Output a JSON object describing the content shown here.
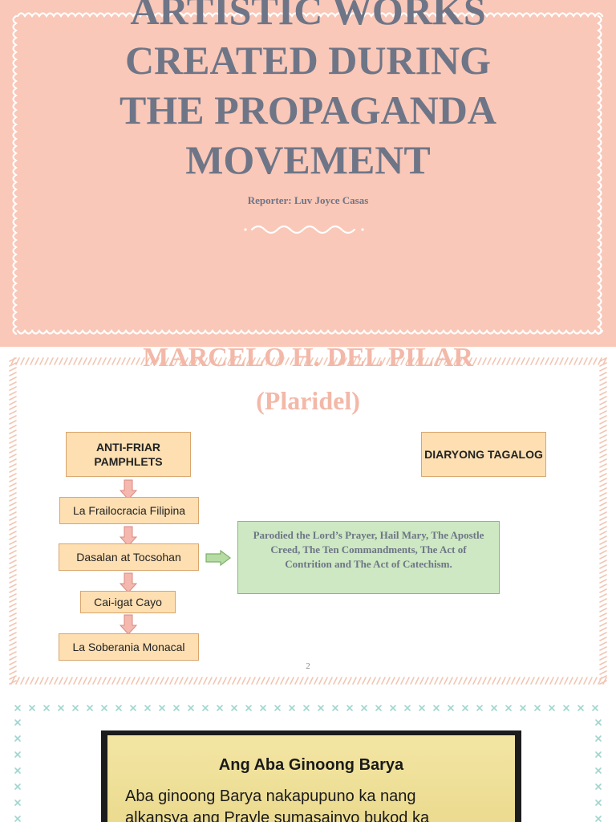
{
  "slide1": {
    "title_lines": [
      "ARTISTIC WORKS",
      "CREATED DURING",
      "THE PROPAGANDA",
      "MOVEMENT"
    ],
    "reporter": "Reporter: Luv Joyce Casas"
  },
  "slide2": {
    "title": "MARCELO H. DEL PILAR",
    "subtitle": "(Plaridel)",
    "left_header": "ANTI-FRIAR PAMPHLETS",
    "right_header": "DIARYONG TAGALOG",
    "pamphlets": [
      "La Frailocracia Filipina",
      "Dasalan at Tocsohan",
      "Cai-igat Cayo",
      "La Soberania Monacal"
    ],
    "description": "Parodied the Lord’s Prayer, Hail Mary, The Apostle Creed, The Ten Commandments, The Act of Contrition and The Act of Catechism.",
    "page_number": "2"
  },
  "slide3": {
    "prayer_title": "Ang Aba Ginoong Barya",
    "prayer_lines": [
      "Aba ginoong Barya nakapupuno ka nang",
      "alkansya ang Prayle sumasainyo bukod ka"
    ]
  },
  "colors": {
    "slide1_bg": "#f9c8b8",
    "title_text": "#6e7587",
    "slide2_title": "#f3b8a8",
    "box_fill": "#fddfb2",
    "desc_fill": "#cde8c2",
    "pink_arrow": "#f4b8ae",
    "green_arrow": "#b6dca4"
  },
  "icons": {
    "wave": "squiggle-divider",
    "frame1": "scalloped-white-border",
    "frame2": "hatched-peach-border",
    "frame3": "cross-stitch-teal-border"
  }
}
